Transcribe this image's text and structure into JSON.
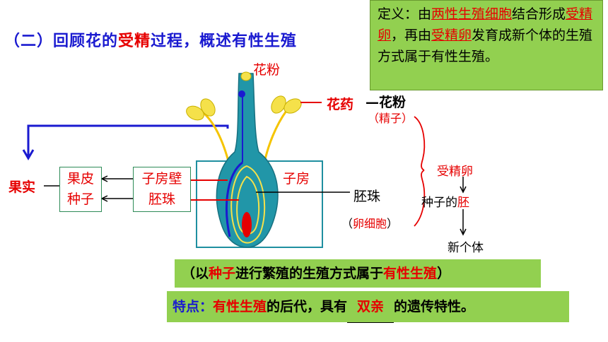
{
  "title": {
    "prefix": "（二）回顾花的",
    "highlight": "受精",
    "suffix": "过程，概述有性生殖"
  },
  "definition": {
    "part1": "定义：由",
    "term1": "两性生殖细胞",
    "part2": "结合形成",
    "term2": "受精卵",
    "part3": "，再由",
    "term3": "受精卵",
    "part4": "发育成新个体的生殖方式属于有性生殖。"
  },
  "flower_labels": {
    "pollen_top": "花粉",
    "anther": "花药",
    "pollen_right": "—花粉",
    "sperm": "（精子）",
    "ovary": "子房",
    "ovule": "胚珠",
    "egg_open": "（",
    "egg": "卵细胞",
    "egg_close": "）"
  },
  "left_chain": {
    "fruit": "果实",
    "pericarp": "果皮",
    "seed": "种子",
    "ovary_wall": "子房壁",
    "ovule": "胚珠"
  },
  "right_chain": {
    "zygote": "受精卵",
    "seed_embryo_prefix": "种子的",
    "seed_embryo_highlight": "胚",
    "new_individual": "新个体"
  },
  "summary1": {
    "open": "（以",
    "highlight1": "种子",
    "mid": "进行繁殖的生殖方式属于",
    "highlight2": "有性生殖",
    "close": "）"
  },
  "summary2": {
    "label": "特点：",
    "highlight1": "有性生殖",
    "mid": "的后代，具有",
    "blank": "双亲",
    "end": "的遗传特性。"
  },
  "colors": {
    "blue": "#1a1ad0",
    "red": "#e60000",
    "green": "#92d050",
    "teal": "#1f8fa0",
    "yellow": "#f5e14a"
  }
}
